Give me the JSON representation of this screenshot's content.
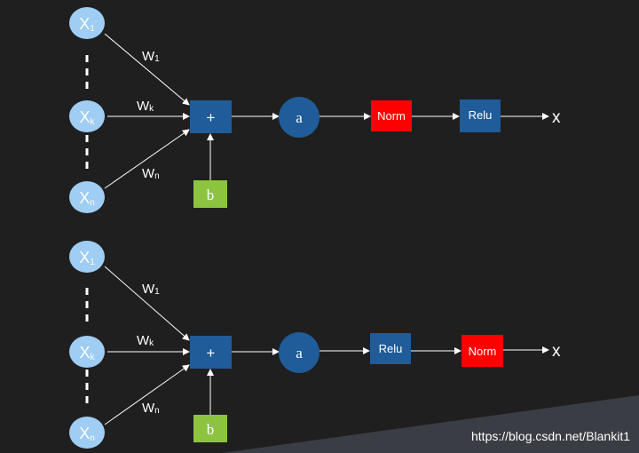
{
  "colors": {
    "background": "#1f1f1f",
    "bottom_band": "#3a3d44",
    "input_node": "#9fcdf3",
    "input_text": "#ffffff",
    "sum_node": "#1f5c99",
    "activation_node": "#1f5c99",
    "bias_node": "#8cc43f",
    "norm_node": "#ff0000",
    "relu_node": "#1f5c99",
    "arrow": "#ffffff",
    "text": "#ffffff"
  },
  "diagrams": [
    {
      "inputs": [
        {
          "base": "X",
          "sub": "1"
        },
        {
          "base": "X",
          "sub": "k"
        },
        {
          "base": "X",
          "sub": "n"
        }
      ],
      "weights": [
        {
          "base": "W",
          "sub": "1"
        },
        {
          "base": "W",
          "sub": "k"
        },
        {
          "base": "W",
          "sub": "n"
        }
      ],
      "sum_label": "+",
      "bias_label": "b",
      "activation_label": "a",
      "stage1_label": "Norm",
      "stage2_label": "Relu",
      "output_label": "x"
    },
    {
      "inputs": [
        {
          "base": "X",
          "sub": "1"
        },
        {
          "base": "X",
          "sub": "k"
        },
        {
          "base": "X",
          "sub": "n"
        }
      ],
      "weights": [
        {
          "base": "W",
          "sub": "1"
        },
        {
          "base": "W",
          "sub": "k"
        },
        {
          "base": "W",
          "sub": "n"
        }
      ],
      "sum_label": "+",
      "bias_label": "b",
      "activation_label": "a",
      "stage1_label": "Relu",
      "stage2_label": "Norm",
      "output_label": "x"
    }
  ],
  "watermark": "https://blog.csdn.net/Blankit1"
}
